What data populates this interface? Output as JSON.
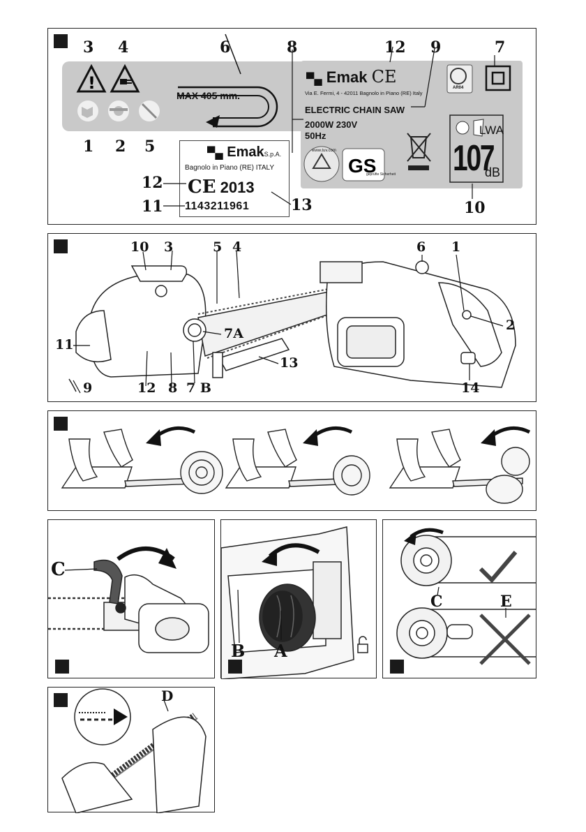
{
  "panel1": {
    "callouts": {
      "c3": "3",
      "c4": "4",
      "c6": "6",
      "c8": "8",
      "c12": "12",
      "c9": "9",
      "c7": "7",
      "c1": "1",
      "c2": "2",
      "c5": "5",
      "c12b": "12",
      "c11": "11",
      "c13": "13",
      "c10": "10"
    },
    "max_length": "MAX  405 mm.",
    "small_label": {
      "brand": "Emak",
      "brand_suffix": "S.p.A.",
      "address": "Bagnolo in Piano (RE) ITALY",
      "ce_year": "2013",
      "serial": "1143211961"
    },
    "rating_plate": {
      "brand": "Emak",
      "address": "Via E. Fermi, 4 - 42011 Bagnolo in Piano (RE) Italy",
      "product": "ELECTRIC CHAIN SAW",
      "power": "2000W  230V",
      "freq": "50Hz",
      "tuv": "www.tuv.com",
      "gs_sub": "geprüfte Sicherheit",
      "ar_code": "AR04",
      "lwa": "LWA",
      "db_value": "107",
      "db_unit": "dB"
    }
  },
  "panel2": {
    "callouts": {
      "c10": "10",
      "c3": "3",
      "c5": "5",
      "c4": "4",
      "c11": "11",
      "c7a": "7A",
      "c13": "13",
      "c9": "9",
      "c12": "12",
      "c8": "8",
      "c7b": "7 B",
      "c6": "6",
      "c1": "1",
      "c2": "2",
      "c14": "14"
    }
  },
  "panel4": {
    "c": "C"
  },
  "panel5": {
    "a": "A",
    "b": "B"
  },
  "panel6": {
    "c": "C",
    "e": "E"
  },
  "panel7": {
    "d": "D"
  },
  "colors": {
    "plate_gray": "#c9c9c9",
    "ink": "#111111",
    "tab": "#1a1a1a"
  }
}
